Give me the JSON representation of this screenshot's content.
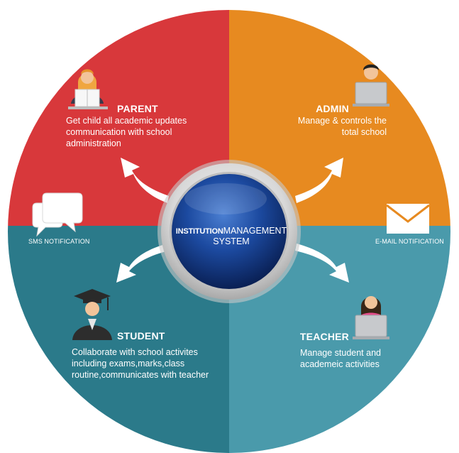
{
  "center": {
    "word_bold": "INSTITUTION",
    "word_rest": "MANAGEMENT",
    "line2": "SYSTEM"
  },
  "quadrants": {
    "parent": {
      "title": "PARENT",
      "desc_lines": [
        "Get child all academic updates",
        "communication with school",
        "administration"
      ],
      "color": "#d8383b"
    },
    "admin": {
      "title": "ADMIN",
      "desc_lines": [
        "Manage & controls the",
        "total school"
      ],
      "color": "#e78a20"
    },
    "student": {
      "title": "STUDENT",
      "desc_lines": [
        "Collaborate with school activites",
        "including exams,marks,class",
        "routine,communicates with teacher"
      ],
      "color": "#2b7a8a"
    },
    "teacher": {
      "title": "TEACHER",
      "desc_lines": [
        "Manage student and",
        "academeic activities"
      ],
      "color": "#4a9aab"
    }
  },
  "side_labels": {
    "sms": "SMS NOTIFICATION",
    "email": "E-MAIL NOTIFICATION"
  },
  "icons": [
    "parent-reading-icon",
    "admin-laptop-icon",
    "student-graduate-icon",
    "teacher-laptop-icon",
    "sms-bubbles-icon",
    "email-envelope-icon"
  ]
}
